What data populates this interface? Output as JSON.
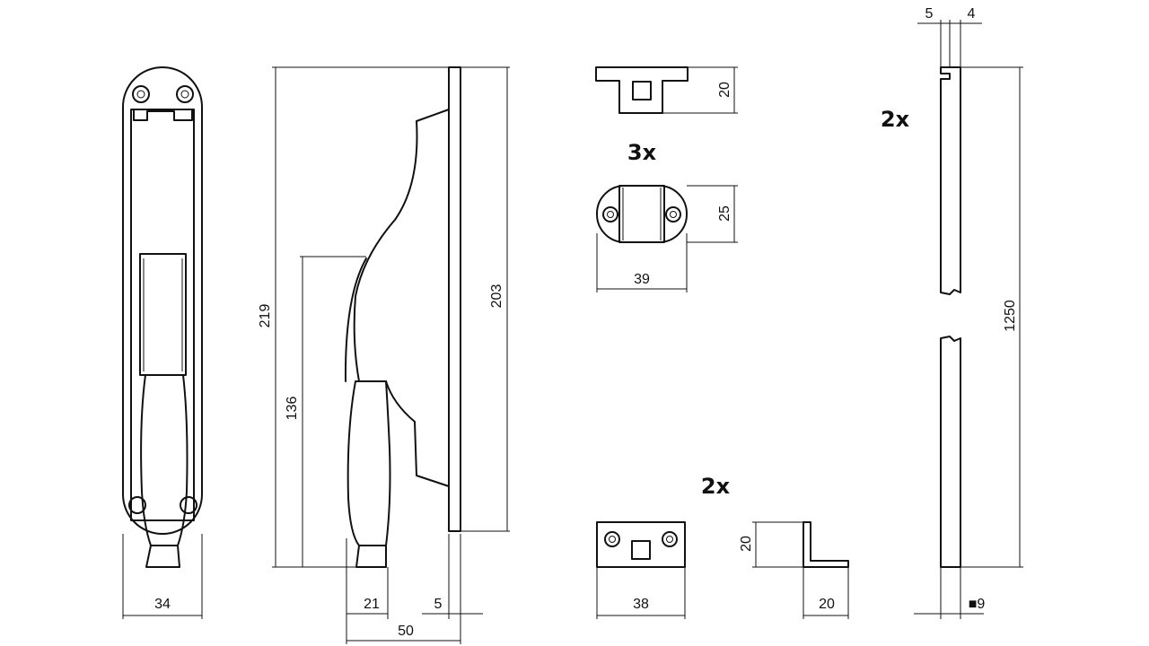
{
  "quantities": {
    "strike_plates": "3x",
    "latch_parts": "2x",
    "rods": "2x"
  },
  "dimensions": {
    "handle_width": "34",
    "total_height": "219",
    "handle_height": "136",
    "plate_height": "203",
    "grip_depth": "21",
    "plate_thickness": "5",
    "total_depth": "50",
    "guide_height": "20",
    "strike_height": "25",
    "strike_width": "39",
    "latch_width": "38",
    "angle_height": "20",
    "angle_width": "20",
    "rod_offset_a": "5",
    "rod_offset_b": "4",
    "rod_length": "1250",
    "rod_section": "■9"
  }
}
